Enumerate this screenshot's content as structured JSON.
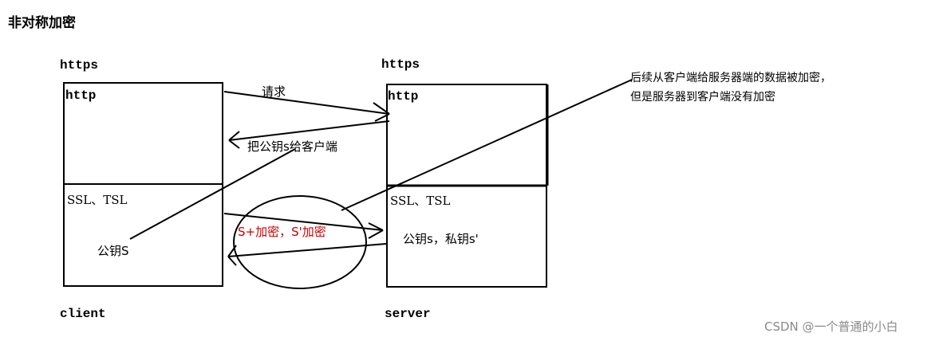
{
  "title": "非对称加密",
  "client": {
    "outer_label": "https",
    "http_label": "http",
    "tls_label": "SSL、TSL",
    "key_label": "公钥S",
    "bottom_label": "client"
  },
  "server": {
    "outer_label": "https",
    "http_label": "http",
    "tls_label": "SSL、TSL",
    "key_label": "公钥s，私钥s'",
    "bottom_label": "server"
  },
  "arrows": {
    "request_label": "请求",
    "send_key_label": "把公钥s给客户端",
    "encrypt_label": "S+加密，S'加密"
  },
  "annotation": {
    "line1": "后续从客户端给服务器端的数据被加密，",
    "line2": "但是服务器到客户端没有加密"
  },
  "watermark": "CSDN @一个普通的小白",
  "colors": {
    "line": "#000000",
    "highlight_text": "#cc0000",
    "watermark": "#8a8a8a"
  }
}
